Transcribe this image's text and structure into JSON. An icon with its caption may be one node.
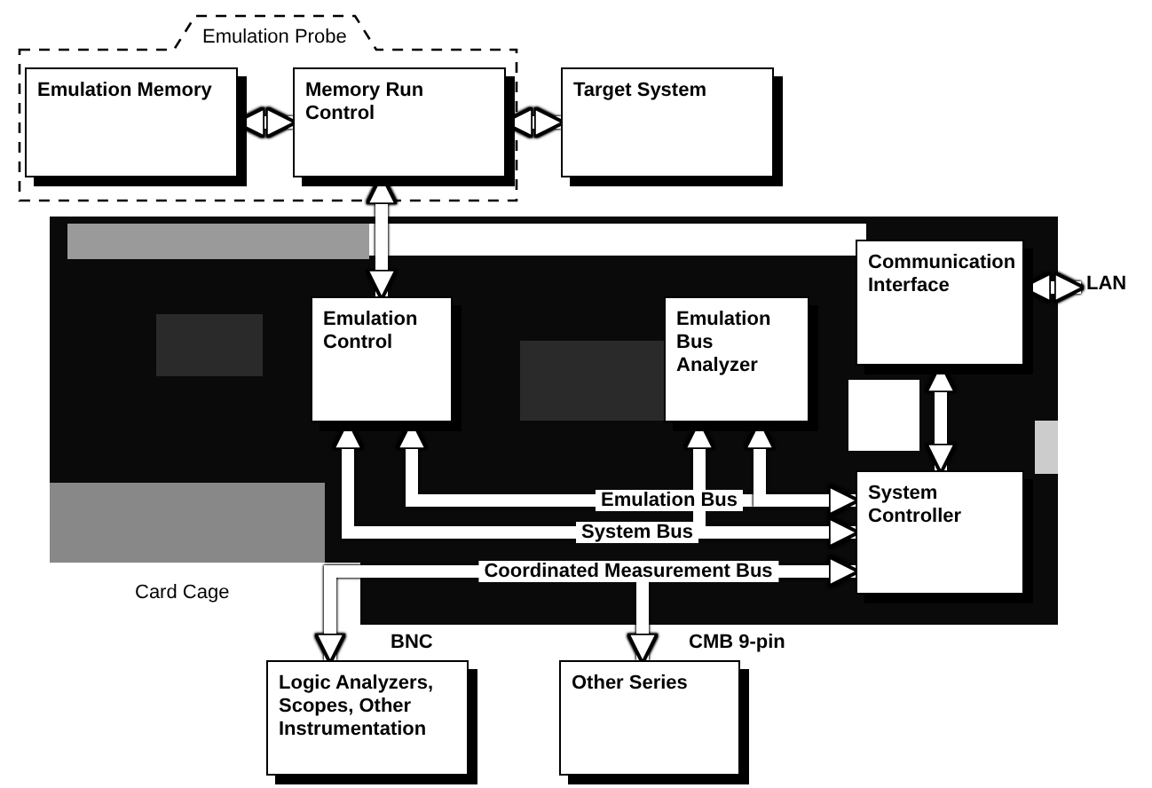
{
  "diagram": {
    "nodes": [
      {
        "text": [
          "Emulation Probe"
        ]
      },
      {
        "text": [
          "Emulation Memory"
        ],
        "in": 0
      },
      {
        "text": [
          "Memory Run Control"
        ],
        "in": 0
      },
      {
        "text": [
          "Target System"
        ]
      },
      {
        "text": [
          "Card Cage"
        ]
      },
      {
        "text": [
          "Emulation Control"
        ],
        "in": 4
      },
      {
        "text": [
          "Emulation Bus Analyzer"
        ],
        "in": 4
      },
      {
        "text": [
          "Communication Interface"
        ],
        "in": 4
      },
      {
        "text": [
          "System Controller"
        ],
        "in": 4
      },
      {
        "text": [
          "LAN"
        ]
      },
      {
        "text": [
          "Logic Analyzers, Scopes, Other Instrumentation"
        ]
      },
      {
        "text": [
          "Other Series"
        ]
      }
    ],
    "edges": [
      {
        "from": 1,
        "to": 2,
        "arrow": "both"
      },
      {
        "from": 2,
        "to": 3,
        "arrow": "both"
      },
      {
        "from": 2,
        "to": 5,
        "arrow": "both"
      },
      {
        "from": 7,
        "to": 9,
        "arrow": "both"
      },
      {
        "from": 7,
        "to": 8,
        "arrow": "both"
      },
      {
        "from": 5,
        "to": 8,
        "arrow": "both",
        "label": "Emulation Bus"
      },
      {
        "from": 6,
        "to": 8,
        "arrow": "both"
      },
      {
        "from": 5,
        "to": 8,
        "arrow": "both",
        "label": "System Bus"
      },
      {
        "from": 6,
        "to": 8,
        "arrow": "both"
      },
      {
        "from": 10,
        "to": 8,
        "arrow": "both",
        "label": "Coordinated Measurement Bus"
      },
      {
        "from": 11,
        "to": 8,
        "arrow": "both"
      }
    ],
    "labels": [
      "BNC",
      "CMB 9-pin"
    ]
  }
}
